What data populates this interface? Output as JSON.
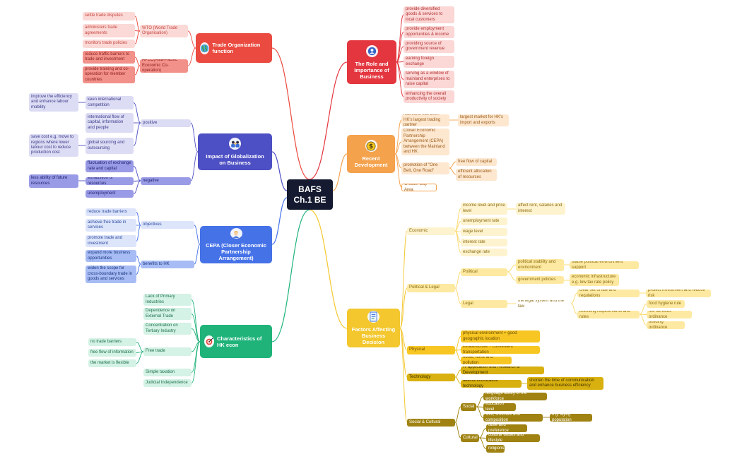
{
  "center": {
    "title": "BAFS",
    "subtitle": "Ch.1 BE"
  },
  "colors": {
    "trade": "#ea4a3f",
    "globalization": "#4d4fc4",
    "cepa": "#4672e8",
    "hk": "#1fb37a",
    "role": "#e3363f",
    "recent": "#f5a24d",
    "factors": "#f3c72d",
    "economic": "#fef3cf",
    "political": "#fbd86a",
    "physical": "#f7c623",
    "technology": "#d8b00f",
    "social": "#9f8211"
  },
  "branches": {
    "trade": {
      "title": "Trade Organization function",
      "icon": "globe-icon",
      "wto": "WTO (World Trade Organisation)",
      "wto_items": [
        "settle trade disputes",
        "administers trade agreements",
        "monitors trade policies"
      ],
      "apec": "APEC(Asia-Pacific Economic Co-operation)",
      "apec_items": [
        "reduce traffic barriers to trade and investment",
        "provide training and co-operation for member countries"
      ]
    },
    "globalization": {
      "title": "Impact of Globalization on Business",
      "icon": "people-icon",
      "positive": "positive",
      "positive_items": [
        "keen international competition",
        "international flow of capital, information and people",
        "global sourcing and outsourcing"
      ],
      "competition_note": "improve the efficiency and enhance labour mobility",
      "sourcing_note": "save cost e.g. move to regions where lower labour cost to reduce production cost",
      "negative": "negative",
      "negative_items": [
        "fluctuation of exchange rate and capital",
        "exhaustion of resources",
        "unemployment"
      ],
      "resources_note": "less ability of future resources"
    },
    "cepa": {
      "title": "CEPA (Closer Economic Partnership Arrangement)",
      "icon": "worker-icon",
      "objectives": "objectives",
      "objective_items": [
        "reduce trade barriers",
        "achieve free trade in services",
        "promote trade and investment"
      ],
      "benefits": "benefits to HK",
      "benefit_items": [
        "expand more business opportunities",
        "widen the scope for cross-boundary trade in goods and services"
      ]
    },
    "hk": {
      "title": "Characteristics of HK econ",
      "icon": "target-icon",
      "items": [
        "Lack of Primary Industries",
        "Dependence on External Trade",
        "Concentration on Tertiary Industry",
        "Free trade",
        "Simple taxation",
        "Judicial Independence"
      ],
      "free_trade_items": [
        "no trade barriers",
        "free flow of information",
        "the market is flexible"
      ]
    },
    "role": {
      "title": "The Role and Importance of Business",
      "icon": "person-icon",
      "items": [
        "provide diversified goods & services to local customers",
        "provide employment opportunities & income",
        "providing source of government revenue",
        "earning foreign exchange",
        "serving as a window of mainland enterprises to raise capital",
        "enhancing the overall productivity of society"
      ]
    },
    "recent": {
      "title": "Recent Development",
      "icon": "dollar-icon",
      "partner": "Mainland has been HK's largest trading partner",
      "partner_note": "largest market for HK's import and exports",
      "cepa": "Closer Economic Partnership Arrangement (CEPA) between the Mainland and HK",
      "belt": "promotion of \"One Belt, One Road\"",
      "belt_items": [
        "free flow of capital",
        "efficient allocation of resources"
      ],
      "gba": "Greater Bay Area"
    },
    "factors": {
      "title": "Factors Affecting Business Decision",
      "icon": "document-icon",
      "economic": "Economic",
      "economic_items": [
        "income level and price level",
        "unemployment rate",
        "wage level",
        "interest rate",
        "exchange rate"
      ],
      "income_note": "affect rent, salaries and interest",
      "political_legal": "Political & Legal",
      "political": "Political",
      "political_items": [
        "political stability and environment",
        "government policies"
      ],
      "stability_note": "stable political environment support",
      "policies_note": "economic infrastructure e.g. low tax rate policy",
      "legal": "Legal",
      "legal_system": "the legal system and the law",
      "clear_set": "clear set of law and regulations",
      "clear_set_note": "protect investment and reduce risk",
      "licensing": "licensing requirements and rules",
      "licensing_items": [
        "food hygiene rule",
        "fire services ordinance",
        "building ordinance"
      ],
      "physical": "Physical",
      "physical_items": [
        "physical environment + good geographic location",
        "infrastructure + convenient transportation",
        "noise, fume and pollution"
      ],
      "technology": "Technology",
      "technology_items": [
        "IT application and Research & Development",
        "telecommunication technology"
      ],
      "telecom_note": "shorten the time of communication and enhance business efficiency",
      "social_cultural": "Social & Cultural",
      "social": "Social",
      "social_items": [
        "language ability of the workforce",
        "education level",
        "size, structure and composition"
      ],
      "aging": "e.g. aging population",
      "cultural": "Cultural",
      "cultural_items": [
        "taste and preference",
        "cultural values and lifestyle",
        "religions"
      ]
    }
  }
}
